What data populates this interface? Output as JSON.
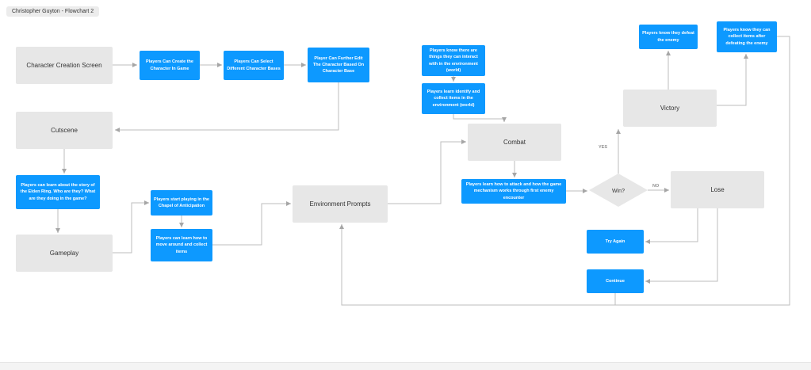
{
  "title_chip": {
    "label": "Christopher Guyton - Flowchart 2"
  },
  "nodes": {
    "character_creation": {
      "label": "Character Creation Screen",
      "type": "process"
    },
    "create_character": {
      "label": "Players Can Create the Character In Game",
      "type": "note"
    },
    "select_bases": {
      "label": "Players Can Select Different Character Bases",
      "type": "note"
    },
    "further_edit": {
      "label": "Player Can Further Edit The Character Based On Character Base",
      "type": "note"
    },
    "cutscene": {
      "label": "Cutscene",
      "type": "process"
    },
    "story_note": {
      "label": "Players can learn about the story of the Elden Ring. Who are they? What are they doing in the game?",
      "type": "note"
    },
    "gameplay": {
      "label": "Gameplay",
      "type": "process"
    },
    "chapel_note": {
      "label": "Players start playing in the Chapel of Anticipation",
      "type": "note"
    },
    "move_collect_note": {
      "label": "Players can learn how to move around and collect items",
      "type": "note"
    },
    "environment_prompts": {
      "label": "Environment Prompts",
      "type": "process"
    },
    "interact_note": {
      "label": "Players know there are things they can interact with in the environment (world)",
      "type": "note"
    },
    "identify_note": {
      "label": "Players learn identify and collect items in the environment (world)",
      "type": "note"
    },
    "combat": {
      "label": "Combat",
      "type": "process"
    },
    "attack_note": {
      "label": "Players learn how to attack and how the game mechanism works through first enemy encounter",
      "type": "note"
    },
    "win_decision": {
      "label": "Win?",
      "type": "decision"
    },
    "victory": {
      "label": "Victory",
      "type": "process"
    },
    "defeat_note": {
      "label": "Players know they defeat the enemy",
      "type": "note"
    },
    "collect_after_note": {
      "label": "Players know they can collect items after defeating the enemy",
      "type": "note"
    },
    "lose": {
      "label": "Lose",
      "type": "process"
    },
    "try_again": {
      "label": "Try Again",
      "type": "note"
    },
    "continue": {
      "label": "Continue",
      "type": "note"
    }
  },
  "edge_labels": {
    "yes": "YES",
    "no": "NO"
  },
  "colors": {
    "node_gray": "#e7e7e7",
    "node_blue": "#0d99ff",
    "connector": "#bdbdbd",
    "canvas": "#ffffff"
  }
}
